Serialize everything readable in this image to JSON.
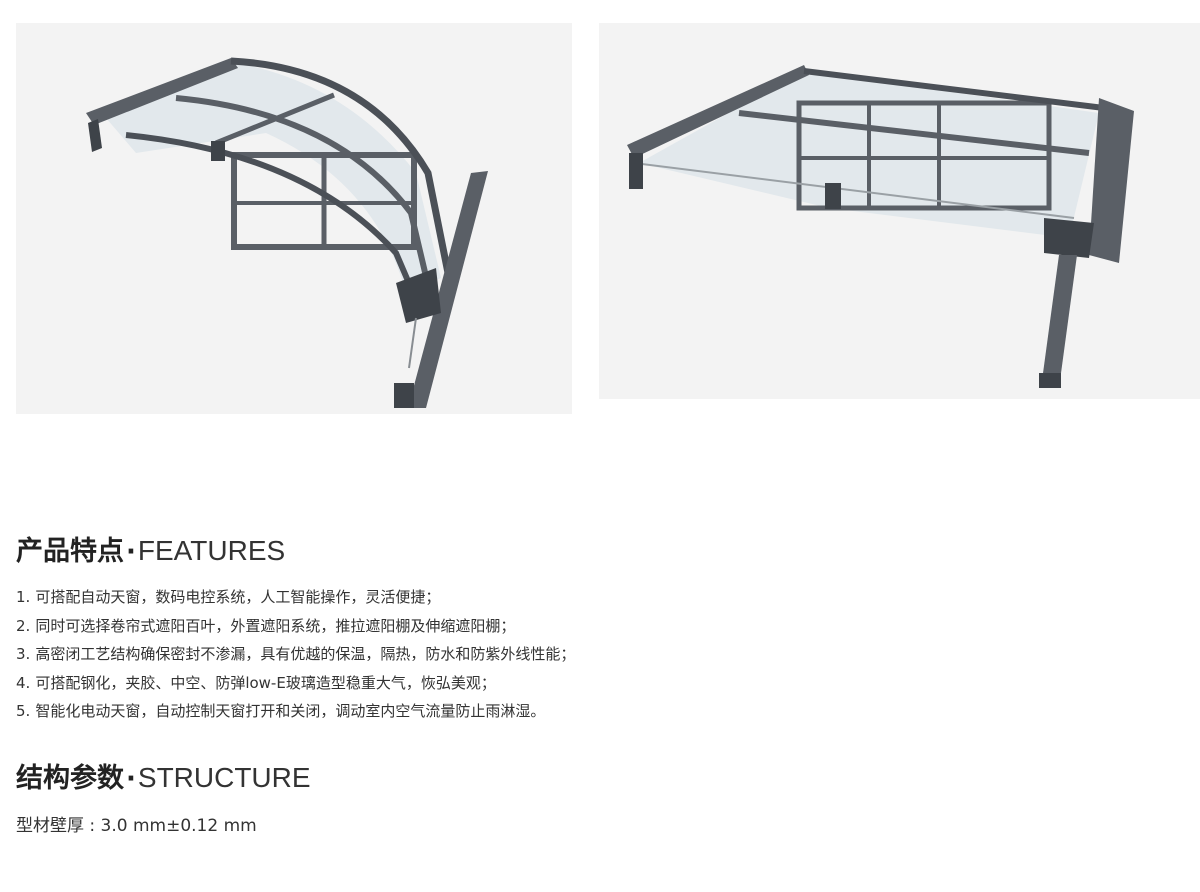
{
  "images": {
    "left": {
      "icon": "curved-skylight-render"
    },
    "right": {
      "icon": "flat-skylight-render"
    }
  },
  "features": {
    "title_cn": "产品特点",
    "separator": "·",
    "title_en": "FEATURES",
    "items": [
      {
        "num": "1.",
        "text": "可搭配自动天窗，数码电控系统，人工智能操作，灵活便捷；"
      },
      {
        "num": "2.",
        "text": "同时可选择卷帘式遮阳百叶，外置遮阳系统，推拉遮阳棚及伸缩遮阳棚；"
      },
      {
        "num": "3.",
        "text": "高密闭工艺结构确保密封不渗漏，具有优越的保温，隔热，防水和防紫外线性能；"
      },
      {
        "num": "4.",
        "text": "可搭配钢化，夹胶、中空、防弹low-E玻璃造型稳重大气，恢弘美观；"
      },
      {
        "num": "5.",
        "text": "智能化电动天窗，自动控制天窗打开和关闭，调动室内空气流量防止雨淋湿。"
      }
    ]
  },
  "structure": {
    "title_cn": "结构参数",
    "separator": "·",
    "title_en": "STRUCTURE",
    "spec": "型材壁厚 : 3.0 mm±0.12 mm"
  },
  "colors": {
    "frame": "#5a5f66",
    "frame_dark": "#3e4349",
    "glass": "#dfe6ea",
    "background": "#f3f3f3"
  }
}
